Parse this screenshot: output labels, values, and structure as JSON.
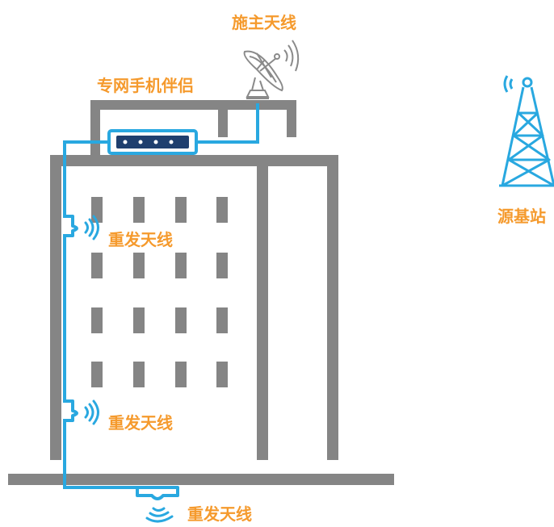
{
  "labels": {
    "donor_antenna": "施主天线",
    "repeater_unit": "专网手机伴侣",
    "service_antenna_upper": "重发天线",
    "service_antenna_lower": "重发天线",
    "service_antenna_ground": "重发天线",
    "source_base_station": "源基站"
  },
  "colors": {
    "building": "#858585",
    "cable": "#29a8e0",
    "label": "#f59a2d",
    "device_body": "#1f3f6e"
  },
  "icons": {
    "donor_antenna": "satellite-dish-icon",
    "repeater_unit": "repeater-device-icon",
    "service_antenna": "wall-antenna-icon",
    "source_base_station": "cell-tower-icon"
  }
}
